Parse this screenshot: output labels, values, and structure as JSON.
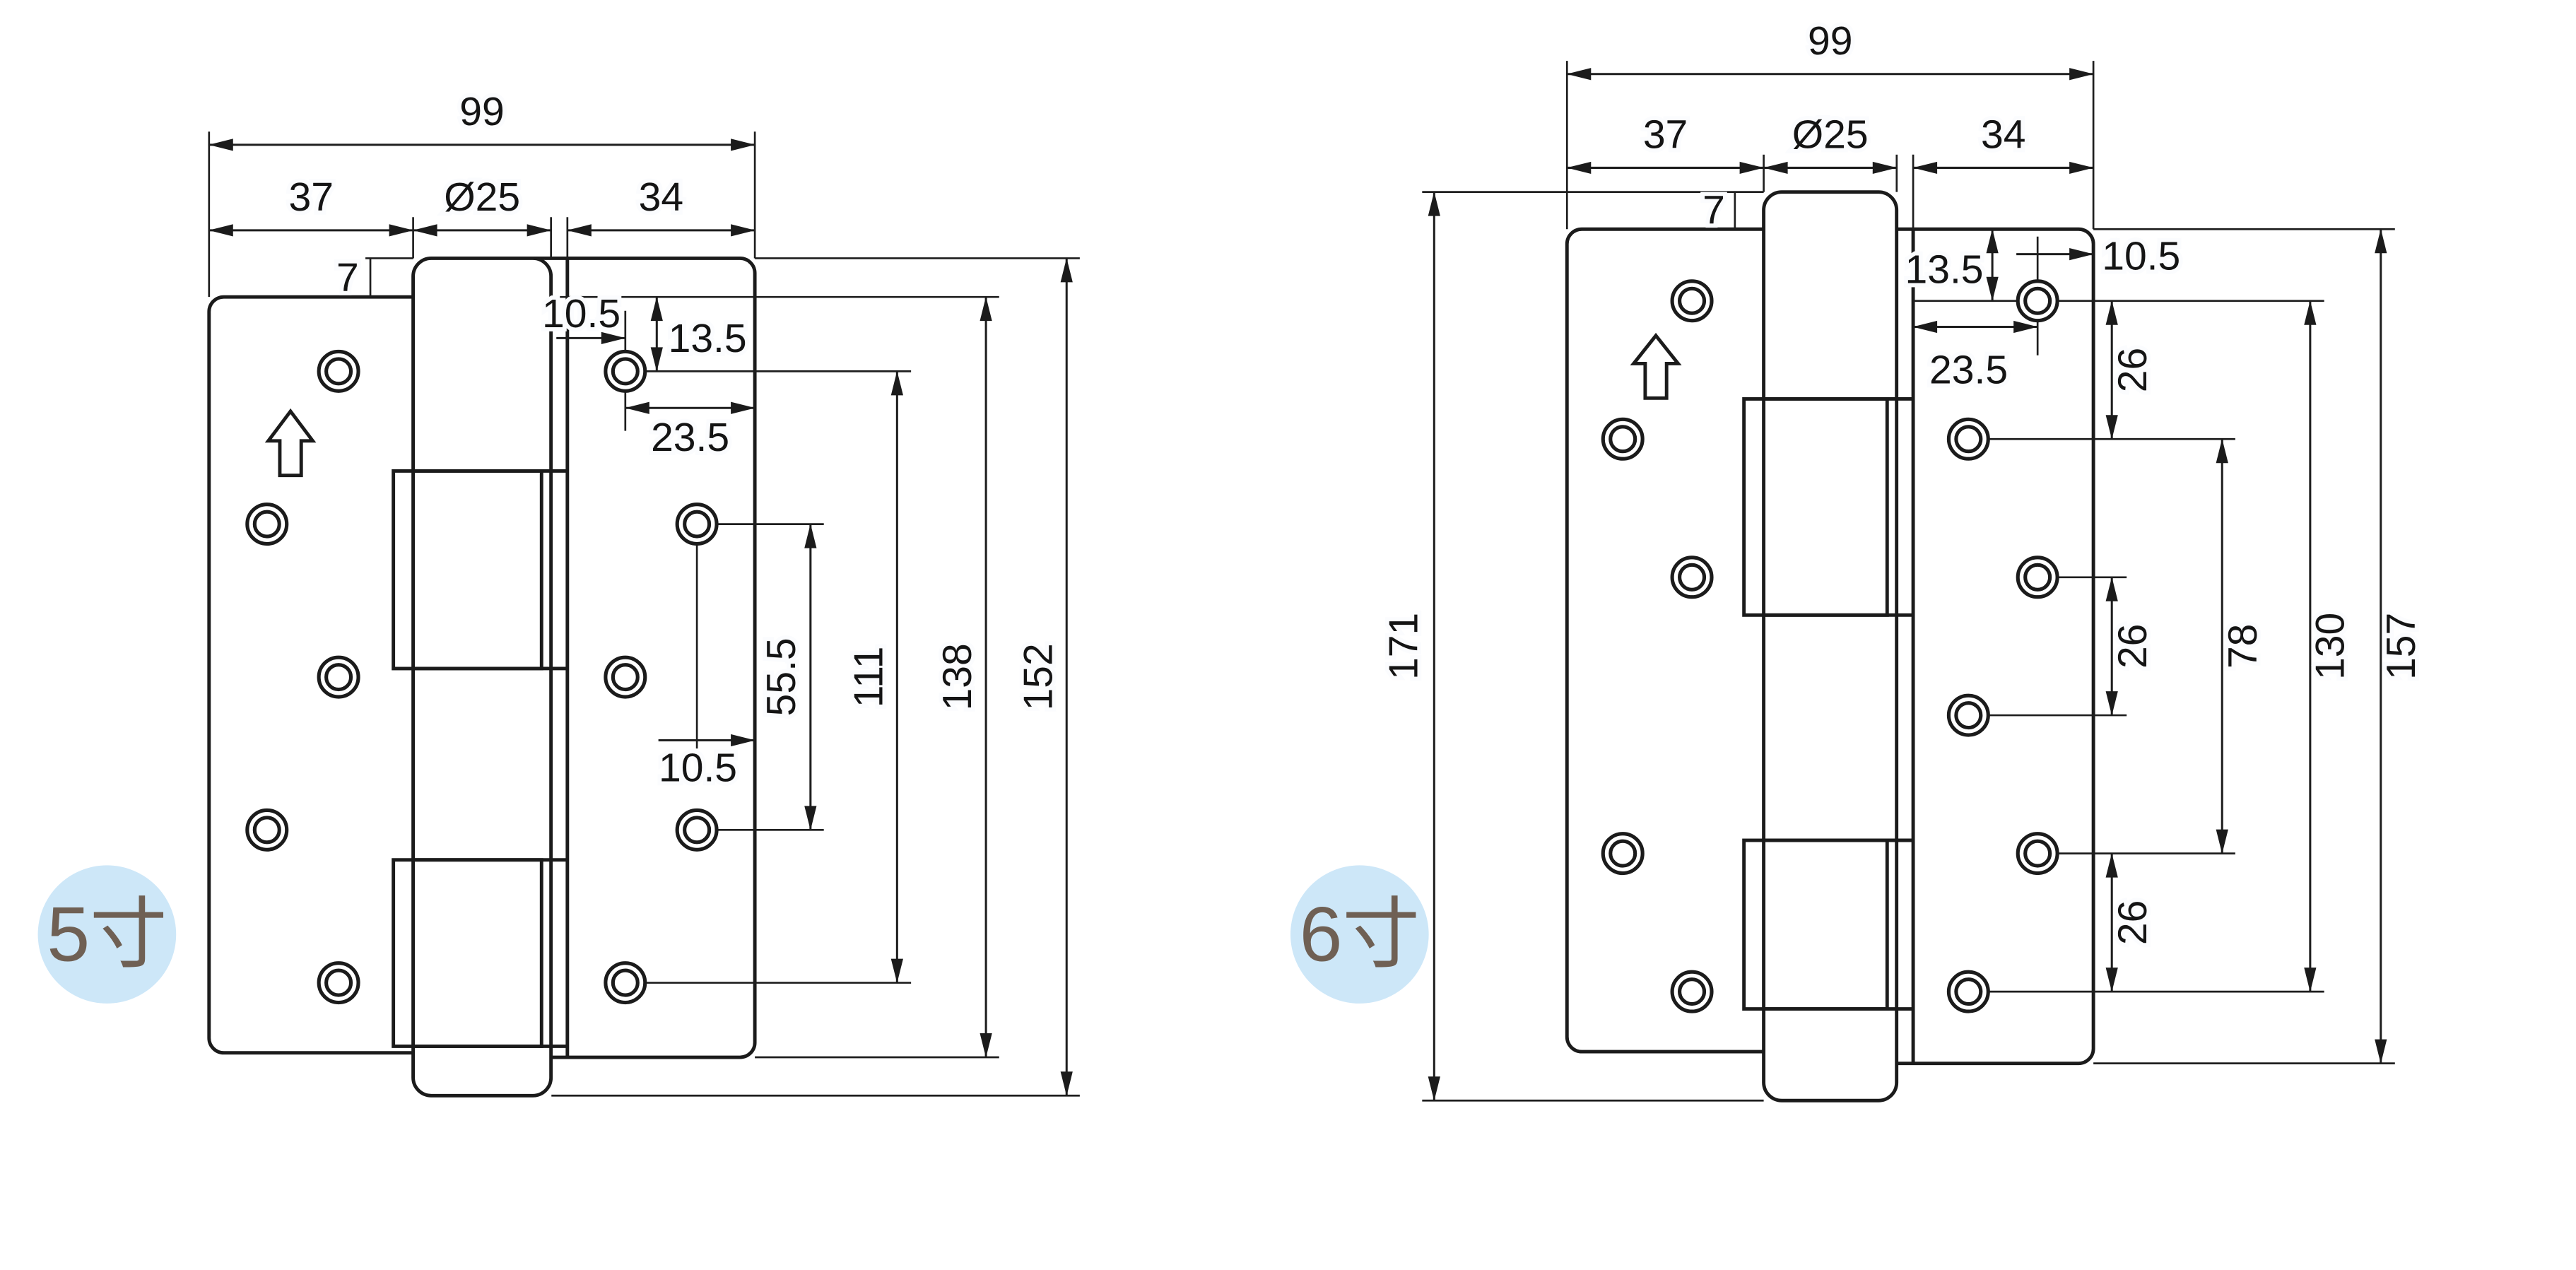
{
  "badges": {
    "left": "5寸",
    "right": "6寸"
  },
  "colors": {
    "line": "#1b1b1b",
    "badge_bg": "#cde7f8",
    "badge_text": "#6f6054",
    "background": "#ffffff"
  },
  "left_hinge": {
    "name": "5寸",
    "dims": {
      "overall_width": "99",
      "front_leaf_width": "37",
      "barrel_diameter": "Ø25",
      "rear_leaf_width": "34",
      "leaf_offset": "7",
      "hole1_offset_x": "10.5",
      "hole1_offset_y": "13.5",
      "hole1_edge_distance": "23.5",
      "hole2_offset_x": "10.5",
      "hole_span_2": "55.5",
      "hole_span_4": "111",
      "rear_leaf_height": "138",
      "barrel_height": "152"
    }
  },
  "right_hinge": {
    "name": "6寸",
    "dims": {
      "overall_width": "99",
      "front_leaf_width": "37",
      "barrel_diameter": "Ø25",
      "rear_leaf_width": "34",
      "leaf_offset": "7",
      "hole1_offset_y": "13.5",
      "hole1_offset_x": "10.5",
      "hole1_edge_distance": "23.5",
      "hole_gap_top": "26",
      "hole_gap_middle": "26",
      "hole_gap_bottom": "26",
      "hole_span_3": "78",
      "hole_span_5": "130",
      "rear_leaf_height": "157",
      "barrel_height": "171"
    }
  }
}
